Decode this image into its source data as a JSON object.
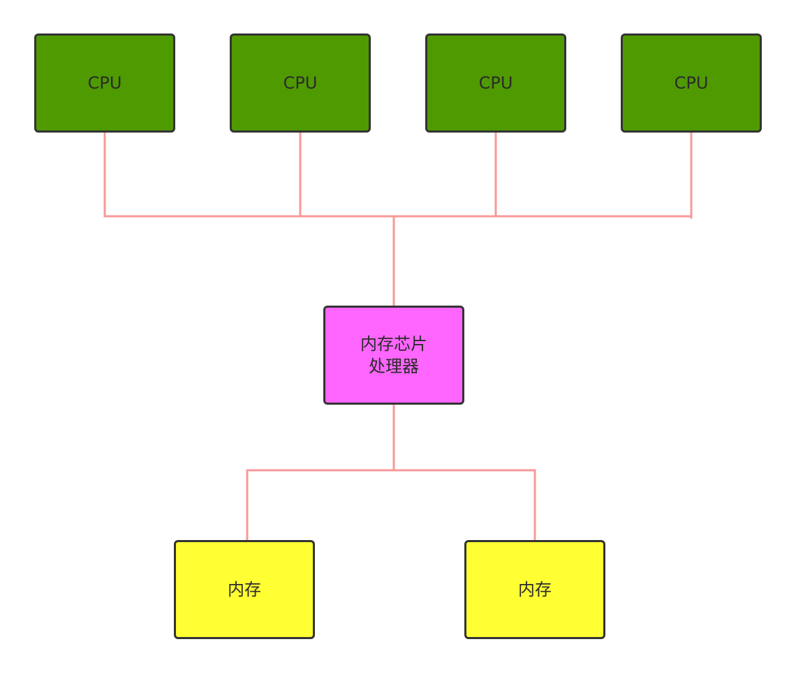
{
  "colors": {
    "connector": "#f79999",
    "cpu_fill": "#4f9a00",
    "controller_fill": "#ff66ff",
    "memory_fill": "#ffff33",
    "border": "#333333",
    "text": "#2b2b2b"
  },
  "cpus": [
    {
      "label": "CPU"
    },
    {
      "label": "CPU"
    },
    {
      "label": "CPU"
    },
    {
      "label": "CPU"
    }
  ],
  "controller": {
    "label": "内存芯片\n处理器"
  },
  "memories": [
    {
      "label": "内存"
    },
    {
      "label": "内存"
    }
  ]
}
